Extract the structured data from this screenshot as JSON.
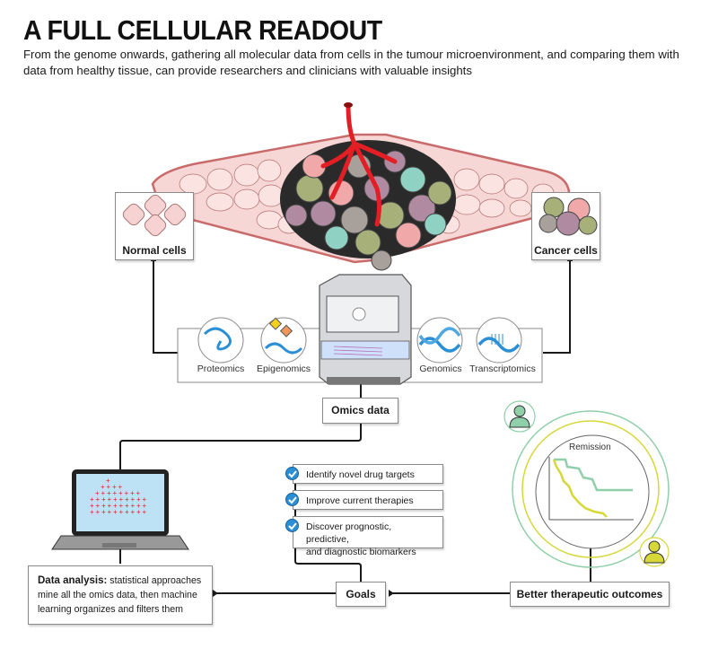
{
  "header": {
    "title": "A FULL CELLULAR READOUT",
    "subtitle": "From the genome onwards, gathering all molecular data from cells in the tumour microenvironment, and comparing them with data from healthy tissue, can provide researchers and clinicians with valuable insights"
  },
  "tissue": {
    "normal_cells_label": "Normal cells",
    "cancer_cells_label": "Cancer cells"
  },
  "omics": {
    "types": [
      {
        "label": "Proteomics",
        "icon": "protein-icon"
      },
      {
        "label": "Epigenomics",
        "icon": "epigenome-icon"
      },
      {
        "label": "Genomics",
        "icon": "dna-icon"
      },
      {
        "label": "Transcriptomics",
        "icon": "rna-icon"
      }
    ],
    "instrument": "sequencer-icon",
    "output_label": "Omics data"
  },
  "goals": {
    "items": [
      "Identify novel drug targets",
      "Improve current therapies",
      "Discover prognostic, predictive,",
      "and diagnostic biomarkers"
    ],
    "label": "Goals"
  },
  "analysis": {
    "bold": "Data analysis:",
    "text_line1": " statistical approaches",
    "text_line2": "mine all the omics data, then machine",
    "text_line3": "learning organizes and filters them"
  },
  "outcome": {
    "chart_title": "Remission",
    "label": "Better therapeutic outcomes",
    "colors": {
      "green": "#8fcfa9",
      "yellow": "#d6d838"
    }
  },
  "colors": {
    "vessel": "#e31e24",
    "tissue": "#f7d7d5",
    "check": "#2b8fd6",
    "scatter": "#e31e24"
  }
}
